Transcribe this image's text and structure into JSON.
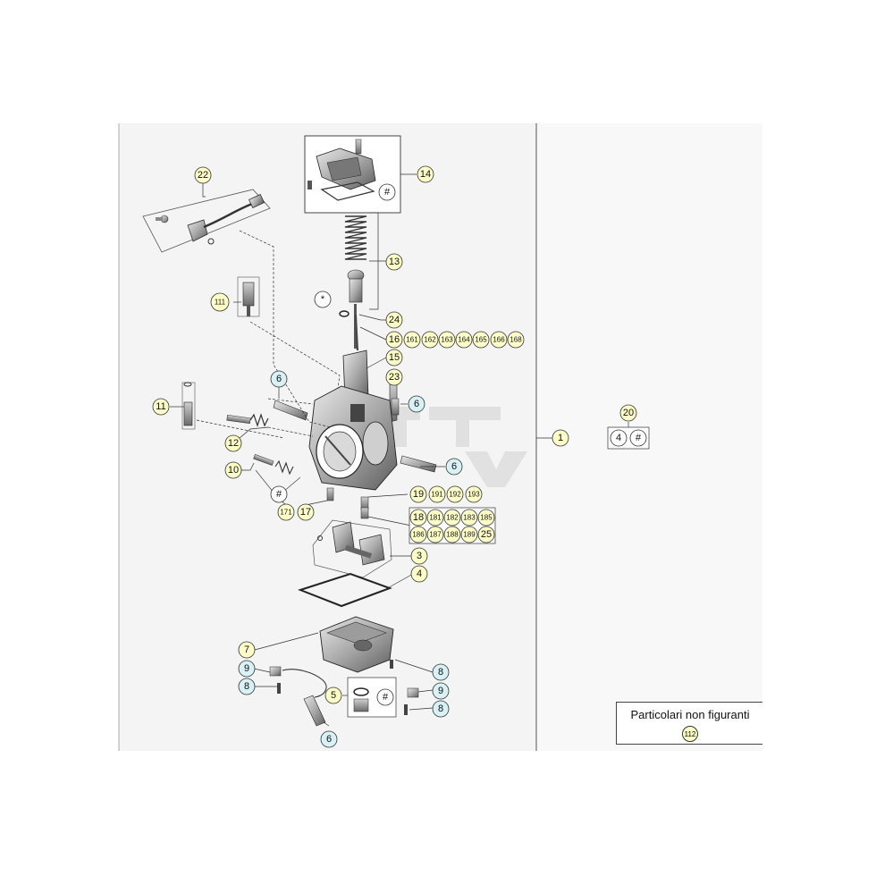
{
  "colors": {
    "callout_yellow": "#ffffc8",
    "callout_blue": "#d8f1f4",
    "callout_white": "#ffffff",
    "panel_bg": "#f4f4f4",
    "line": "#333333"
  },
  "callouts": {
    "c22": "22",
    "c14": "14",
    "c14hash": "#",
    "c13": "13",
    "cstar": "*",
    "c111": "111",
    "c24": "24",
    "c16": "16",
    "c161": "161",
    "c162": "162",
    "c163": "163",
    "c164": "164",
    "c165": "165",
    "c166": "166",
    "c168": "168",
    "c15": "15",
    "c23": "23",
    "c6a": "6",
    "c6b": "6",
    "c6c": "6",
    "c6d": "6",
    "c11": "11",
    "c12": "12",
    "c10": "10",
    "c10hash": "#",
    "c171": "171",
    "c17": "17",
    "c19": "19",
    "c191": "191",
    "c192": "192",
    "c193": "193",
    "c18": "18",
    "c181": "181",
    "c182b": "182",
    "c183": "183",
    "c185": "185",
    "c186": "186",
    "c187": "187",
    "c188": "188",
    "c189": "189",
    "c25": "25",
    "c3": "3",
    "c4": "4",
    "c7": "7",
    "c9a": "9",
    "c8a": "8",
    "c8b": "8",
    "c9b": "9",
    "c8c": "8",
    "c5": "5",
    "c5hash": "#",
    "c1": "1",
    "c20": "20",
    "c20a": "4",
    "c20b": "#"
  },
  "legend": {
    "title": "Particolari non figuranti",
    "code": "112"
  }
}
